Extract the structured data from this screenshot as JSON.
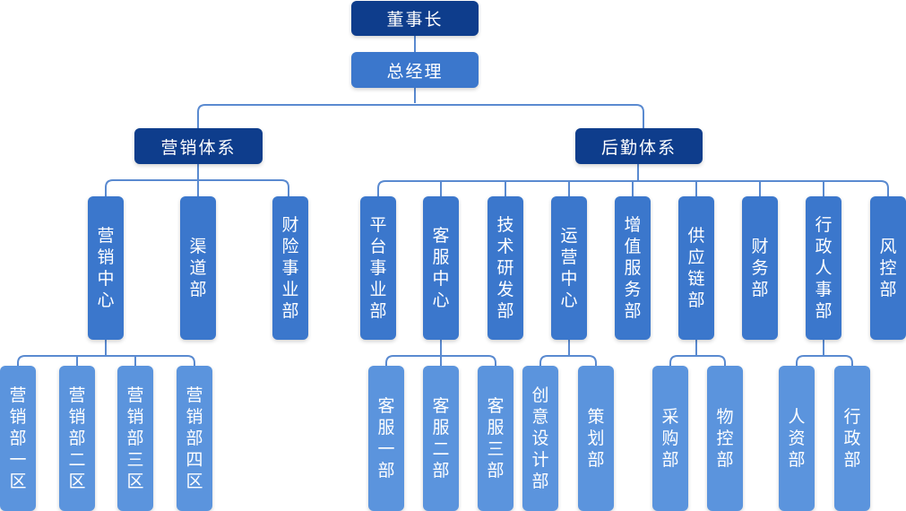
{
  "colors": {
    "dark": "#0e3d8c",
    "mid": "#3b77cc",
    "light": "#5b94dd",
    "line": "#5a8ad0"
  },
  "chairman": "董事长",
  "gm": "总经理",
  "marketing": {
    "title": "营销体系",
    "centers": [
      "营销中心",
      "渠道部",
      "财险事业部"
    ],
    "sub": [
      "营销部一区",
      "营销部二区",
      "营销部三区",
      "营销部四区"
    ]
  },
  "logistics": {
    "title": "后勤体系",
    "depts": [
      "平台事业部",
      "客服中心",
      "技术研发部",
      "运营中心",
      "增值服务部",
      "供应链部",
      "财务部",
      "行政人事部",
      "风控部"
    ],
    "service_sub": [
      "客服一部",
      "客服二部",
      "客服三部"
    ],
    "ops_sub": [
      "创意设计部",
      "策划部"
    ],
    "supply_sub": [
      "采购部",
      "物控部"
    ],
    "hr_sub": [
      "人资部",
      "行政部"
    ]
  }
}
